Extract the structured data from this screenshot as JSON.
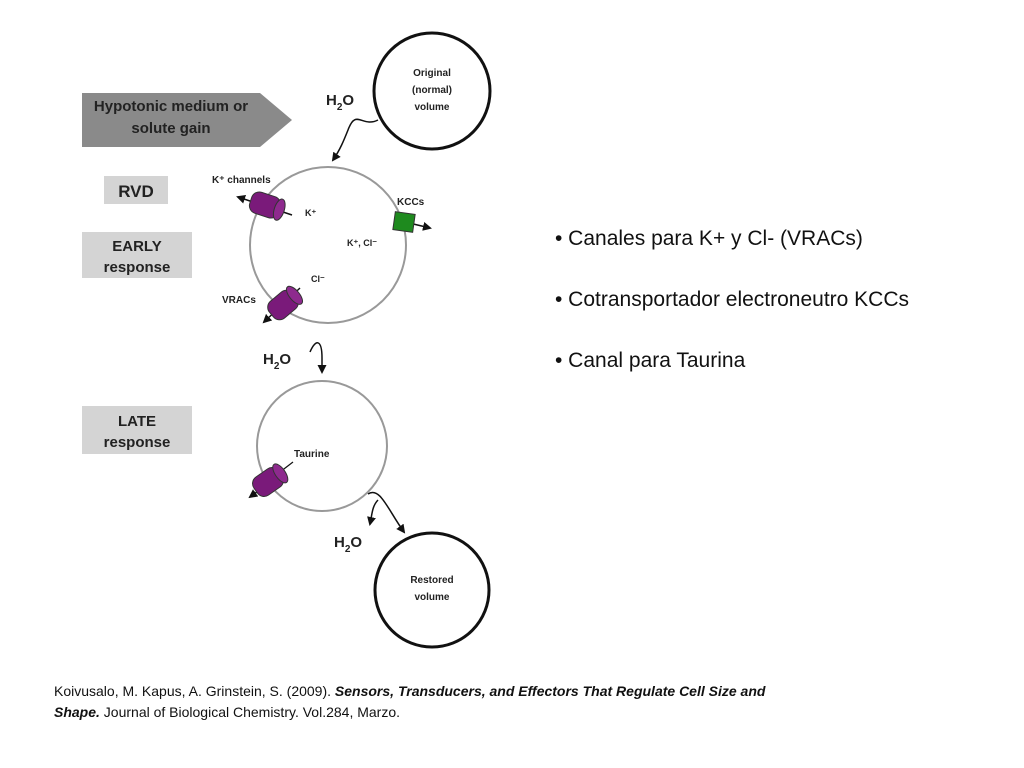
{
  "diagram": {
    "boxes": {
      "hypotonic_line1": "Hypotonic medium or",
      "hypotonic_line2": "solute gain",
      "rvd": "RVD",
      "early_line1": "EARLY",
      "early_line2": "response",
      "late_line1": "LATE",
      "late_line2": "response"
    },
    "cells": {
      "original_line1": "Original",
      "original_line2": "(normal)",
      "original_line3": "volume",
      "restored_line1": "Restored",
      "restored_line2": "volume"
    },
    "water_label": "H",
    "water_subscript": "2",
    "water_suffix": "O",
    "labels": {
      "k_channels": "K⁺ channels",
      "k_ion": "K⁺",
      "kccs": "KCCs",
      "k_cl": "K⁺, Cl⁻",
      "cl_ion": "Cl⁻",
      "vracs": "VRACs",
      "taurine": "Taurine"
    },
    "colors": {
      "arrow_box": "#8a8a8a",
      "gray_box": "#d4d4d4",
      "channel": "#7a1a7a",
      "kcc": "#1e8a1e"
    }
  },
  "bullets": [
    "• Canales para K+ y Cl- (VRACs)",
    "• Cotransportador electroneutro KCCs",
    "• Canal para Taurina"
  ],
  "citation": {
    "authors": "Koivusalo, M. Kapus, A. Grinstein, S. (2009). ",
    "title": "Sensors, Transducers, and Effectors That Regulate Cell Size and Shape.",
    "journal": " Journal of Biological Chemistry. Vol.284, Marzo."
  }
}
